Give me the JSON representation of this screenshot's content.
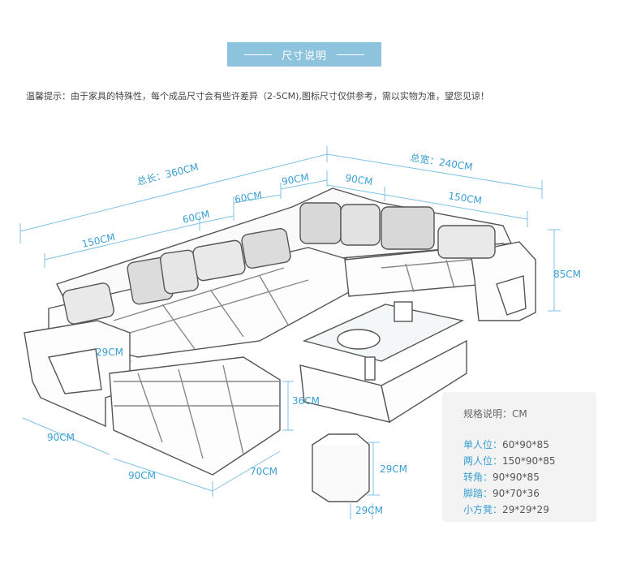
{
  "header": {
    "title": "尺寸说明"
  },
  "notice": "温馨提示：由于家具的特殊性，每个成品尺寸会有些许差异（2-5CM),图标尺寸仅供参考，需以实物为准，望您见谅！",
  "dimensions": {
    "total_length": "总长：360CM",
    "total_width": "总宽：240CM",
    "seg_150_left": "150CM",
    "seg_60_a": "60CM",
    "seg_60_b": "60CM",
    "seg_90_top": "90CM",
    "seg_90_right": "90CM",
    "seg_150_right": "150CM",
    "height_85": "85CM",
    "arm_29": "29CM",
    "seat_36": "36CM",
    "depth_90_left": "90CM",
    "depth_90_bottom": "90CM",
    "width_70": "70CM",
    "stool_h": "29CM",
    "stool_w": "29CM"
  },
  "spec": {
    "title": "规格说明：CM",
    "rows": [
      {
        "label": "单人位：",
        "value": "60*90*85"
      },
      {
        "label": "两人位：",
        "value": "150*90*85"
      },
      {
        "label": "转角：",
        "value": "90*90*85"
      },
      {
        "label": "脚踏：",
        "value": "90*70*36"
      },
      {
        "label": "小方凳：",
        "value": "29*29*29"
      }
    ]
  },
  "colors": {
    "accent": "#3a9fd2",
    "header_bg": "#8dc3dd",
    "spec_bg": "#f3f3f3"
  }
}
